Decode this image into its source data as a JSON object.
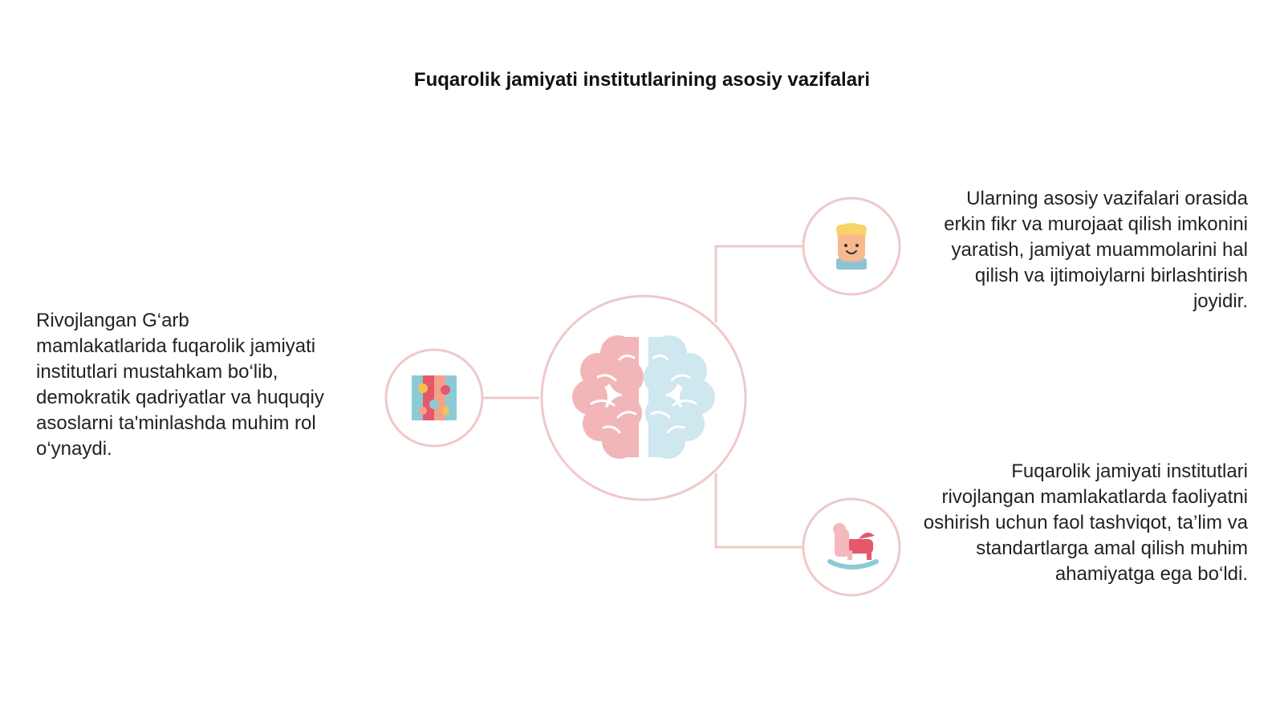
{
  "title": "Fuqarolik jamiyati institutlarining asosiy vazifalari",
  "colors": {
    "accent_ring": "#f0c8c8",
    "connector": "#f0c8c8",
    "brain_left": "#f2b6b8",
    "brain_right": "#cfe7ee"
  },
  "nodes": {
    "center": {
      "icon": "brain-icon"
    },
    "left": {
      "icon": "puzzle-icon",
      "text": "Rivojlangan G‘arb mamlakatlarida fuqarolik jamiyati institutlari mustahkam bo‘lib, demokratik qadriyatlar va huquqiy asoslarni ta'minlashda muhim rol o‘ynaydi."
    },
    "top_right": {
      "icon": "child-face-icon",
      "text": "Ularning asosiy vazifalari orasida erkin fikr va murojaat qilish imkonini yaratish, jamiyat muammolarini hal qilish va ijtimoiylarni birlashtirish joyidir."
    },
    "bottom_right": {
      "icon": "rocking-horse-icon",
      "text": "Fuqarolik jamiyati institutlari rivojlangan mamlakatlarda faoliyatni oshirish uchun faol tashviqot, ta’lim va standartlarga amal qilish muhim ahamiyatga ega bo‘ldi."
    }
  }
}
